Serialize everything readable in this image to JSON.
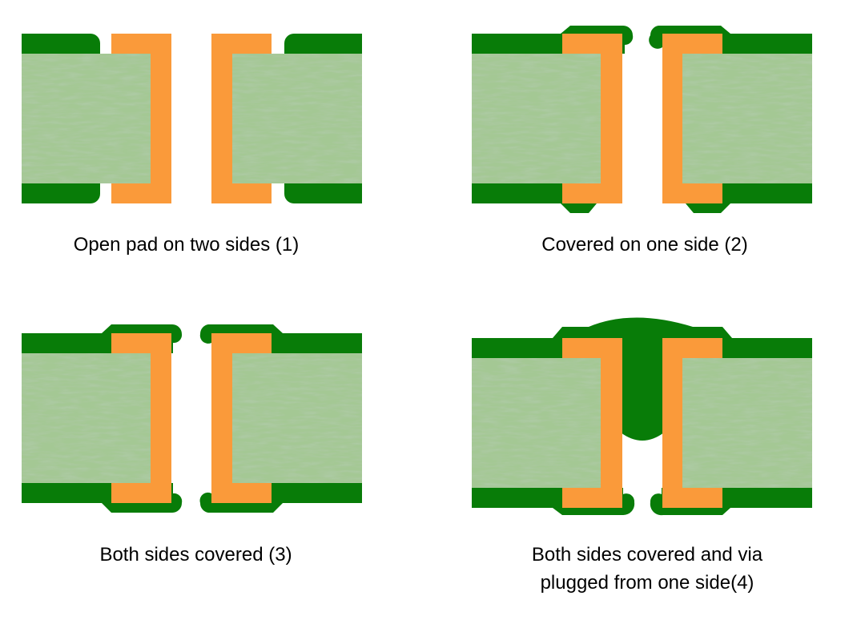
{
  "colors": {
    "soldermask": "#087c08",
    "copper": "#fa9a3a",
    "core": "#9cc48c",
    "background": "#ffffff"
  },
  "panels": [
    {
      "caption": "Open pad on two sides (1)"
    },
    {
      "caption": "Covered on one side (2)"
    },
    {
      "caption": "Both sides covered (3)"
    },
    {
      "caption_line1": "Both sides covered and via",
      "caption_line2": "plugged from one side(4)"
    }
  ]
}
